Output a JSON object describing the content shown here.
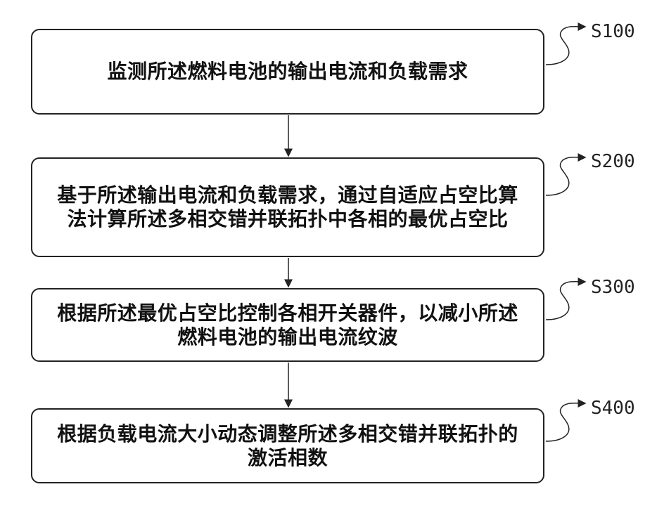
{
  "steps": [
    {
      "id": "S100",
      "text": "监测所述燃料电池的输出电流和负载需求"
    },
    {
      "id": "S200",
      "text": "基于所述输出电流和负载需求，通过自适应占空比算法计算所述多相交错并联拓扑中各相的最优占空比"
    },
    {
      "id": "S300",
      "text": "根据所述最优占空比控制各相开关器件，以减小所述燃料电池的输出电流纹波"
    },
    {
      "id": "S400",
      "text": "根据负载电流大小动态调整所述多相交错并联拓扑的激活相数"
    }
  ],
  "colors": {
    "border": "#222222",
    "text": "#111111",
    "background": "#ffffff"
  }
}
